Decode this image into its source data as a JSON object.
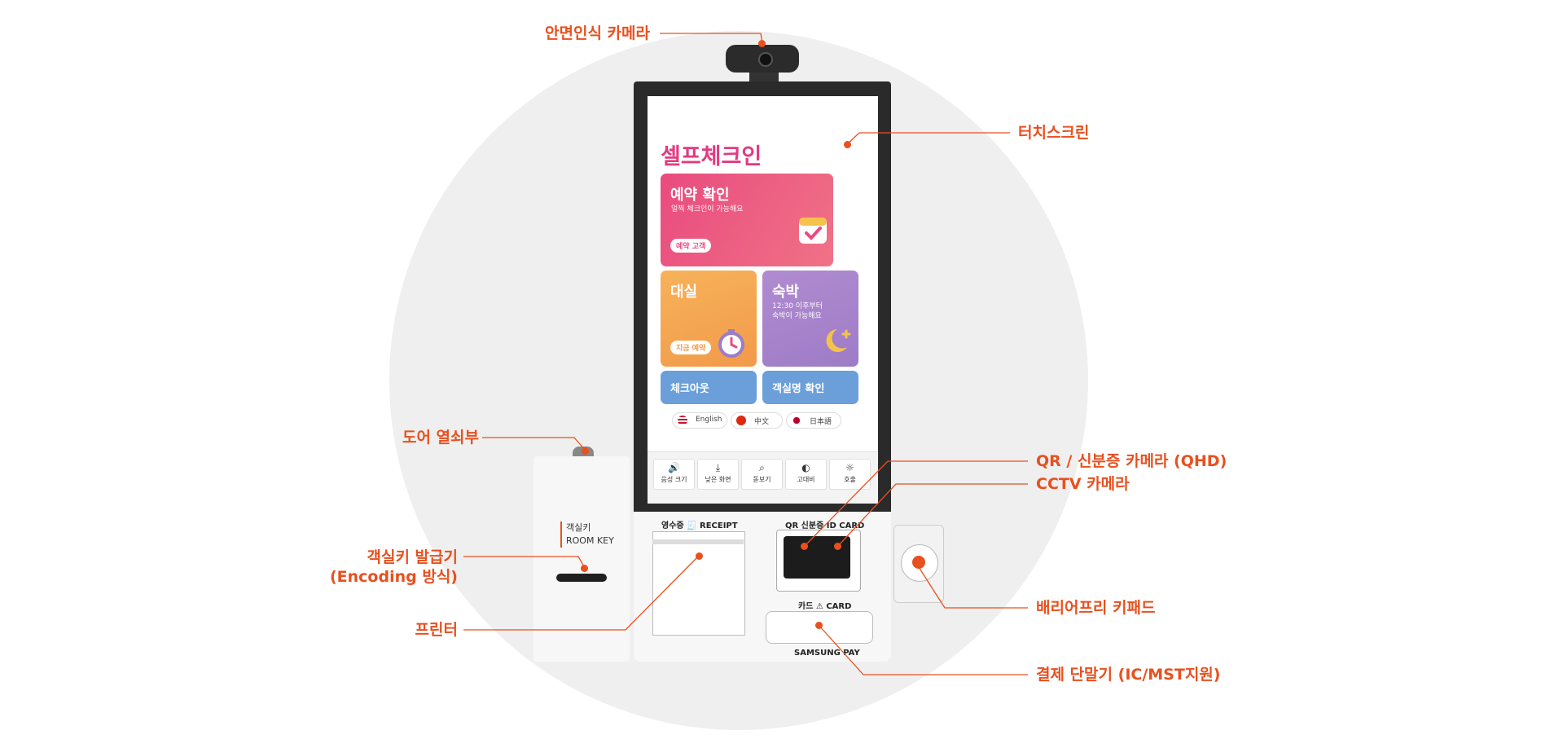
{
  "labels": {
    "face_camera": "안면인식 카메라",
    "touchscreen": "터치스크린",
    "door_unlock": "도어 열쇠부",
    "qr_id_camera": "QR / 신분증 카메라 (QHD)",
    "cctv_camera": "CCTV 카메라",
    "key_issuer_line1": "객실키 발급기",
    "key_issuer_line2": "(Encoding 방식)",
    "barrier_free_keypad": "배리어프리 키패드",
    "printer": "프린터",
    "payment_terminal": "결제 단말기 (IC/MST지원)"
  },
  "colors": {
    "accent": "#e8501e",
    "circle_bg": "#efefef",
    "title_pink": "#e23a82",
    "reservation_card": "#e94b7f",
    "rental_card": "#f29a4a",
    "stay_card": "#9e7cc6",
    "blue_button": "#6a9fda"
  },
  "screen": {
    "title": "셀프체크인",
    "reservation": {
      "title": "예약 확인",
      "subtitle": "얼찍 체크인이 가능해요",
      "pill": "예약 고객",
      "icon": "calendar-check-icon"
    },
    "rental": {
      "title": "대실",
      "pill": "지금 예약",
      "icon": "timer-icon"
    },
    "stay": {
      "title": "숙박",
      "sub1": "12:30 이후부터",
      "sub2": "숙박이 가능해요",
      "icon": "moon-icon"
    },
    "checkout": "체크아웃",
    "room_confirm": "객실명 확인",
    "languages": [
      {
        "label": "English",
        "icon": "us-flag-icon"
      },
      {
        "label": "中文",
        "icon": "cn-flag-icon"
      },
      {
        "label": "日本語",
        "icon": "jp-flag-icon"
      }
    ],
    "tools": [
      {
        "label": "음성 크기",
        "glyph": "🔊",
        "icon": "speaker-icon"
      },
      {
        "label": "낮은 화면",
        "glyph": "⤓",
        "icon": "lower-screen-icon"
      },
      {
        "label": "돋보기",
        "glyph": "⌕",
        "icon": "magnifier-icon"
      },
      {
        "label": "고대비",
        "glyph": "◐",
        "icon": "contrast-icon"
      },
      {
        "label": "호출",
        "glyph": "☼",
        "icon": "call-bell-icon"
      }
    ]
  },
  "kiosk": {
    "receipt_label": "영수증 🧾 RECEIPT",
    "id_label": "QR  신분증  ID CARD",
    "card_label": "카드 ⚠ CARD",
    "samsung_pay": "SAMSUNG PAY",
    "room_key_ko": "객실키",
    "room_key_en": "ROOM KEY"
  }
}
